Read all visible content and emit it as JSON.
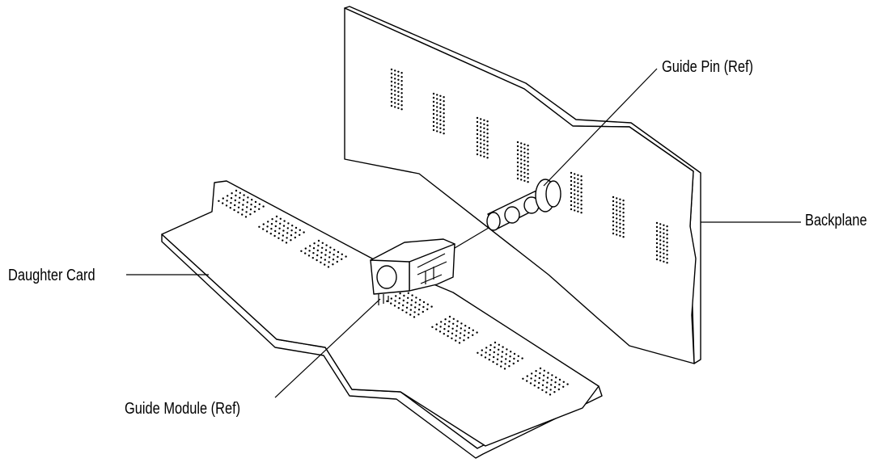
{
  "labels": {
    "guide_pin": "Guide Pin (Ref)",
    "backplane": "Backplane",
    "daughter_card": "Daughter Card",
    "guide_module": "Guide Module (Ref)"
  },
  "colors": {
    "ink": "#000000",
    "paper": "#ffffff"
  }
}
